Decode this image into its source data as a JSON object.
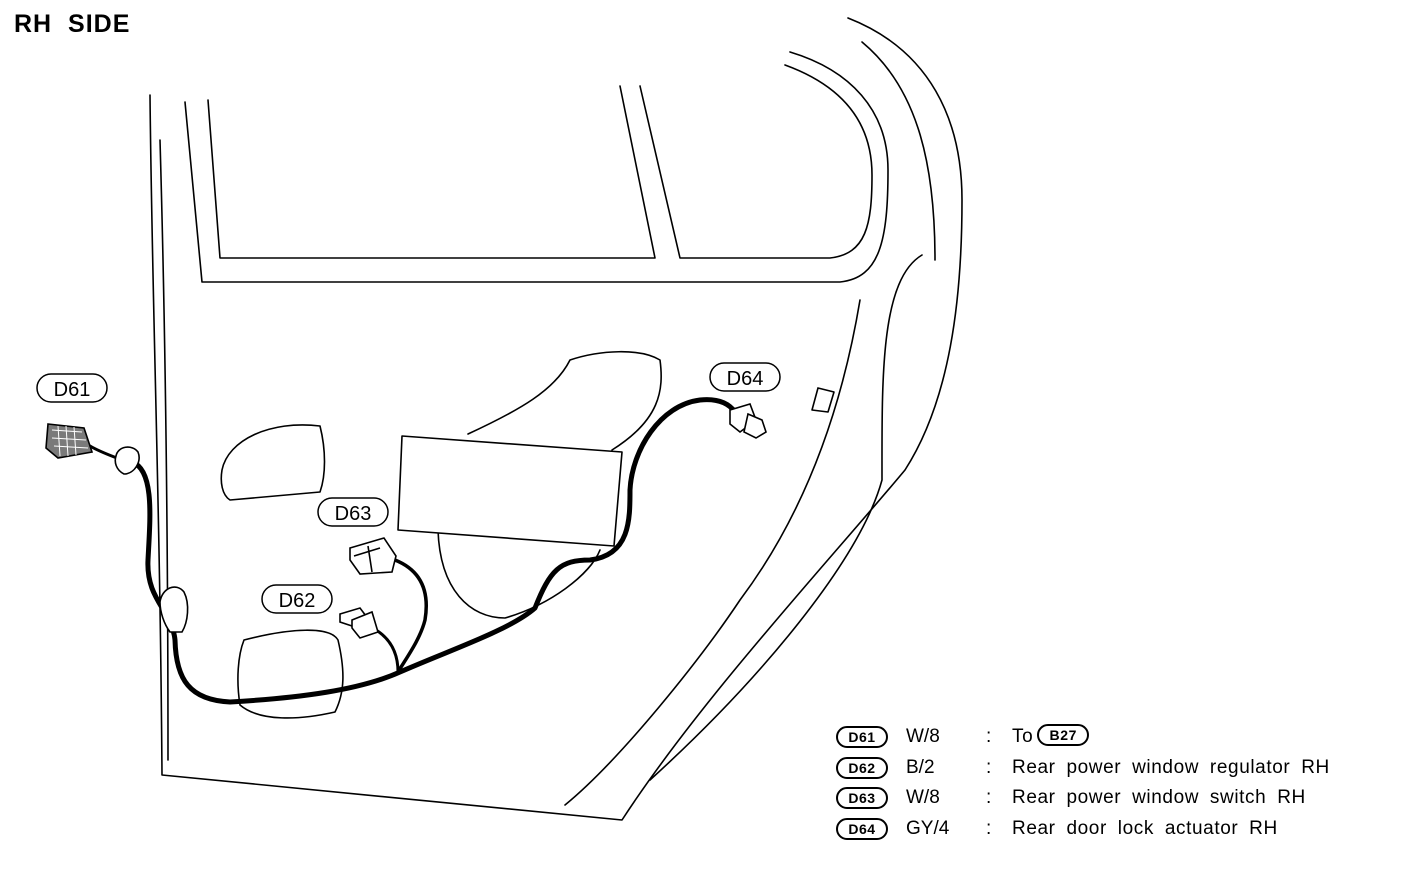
{
  "title": "RH SIDE",
  "callouts": {
    "d61": "D61",
    "d62": "D62",
    "d63": "D63",
    "d64": "D64"
  },
  "legend": [
    {
      "connector": "D61",
      "wire": "W/8",
      "separator": ":",
      "description": "To",
      "ref": "B27"
    },
    {
      "connector": "D62",
      "wire": "B/2",
      "separator": ":",
      "description": "Rear power window regulator RH"
    },
    {
      "connector": "D63",
      "wire": "W/8",
      "separator": ":",
      "description": "Rear power window switch RH"
    },
    {
      "connector": "D64",
      "wire": "GY/4",
      "separator": ":",
      "description": "Rear door lock actuator RH"
    }
  ]
}
